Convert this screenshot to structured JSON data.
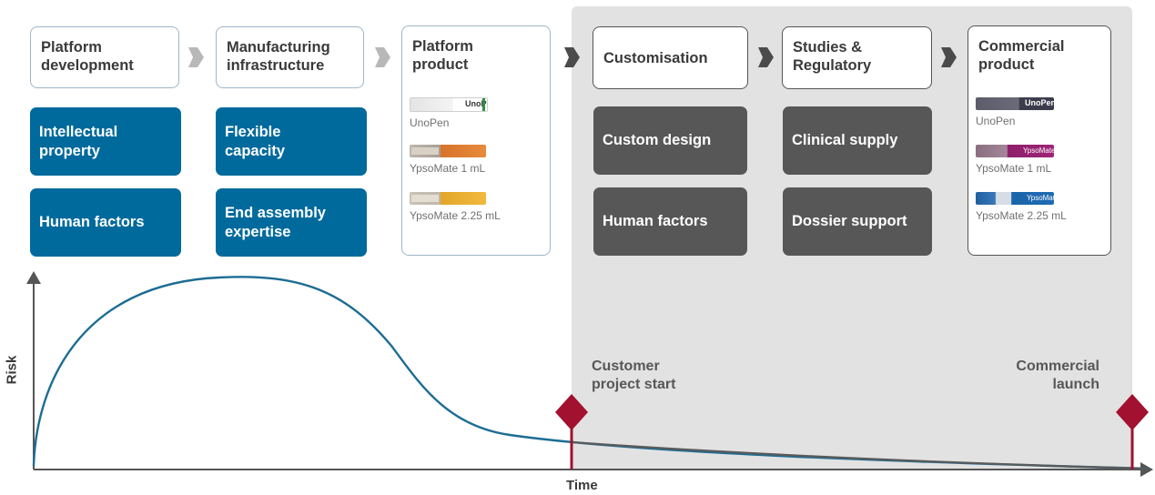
{
  "stages": [
    {
      "title": "Platform\ndevelopment"
    },
    {
      "title": "Manufacturing\ninfrastructure"
    },
    {
      "title": "Platform\nproduct"
    },
    {
      "title": "Customisation"
    },
    {
      "title": "Studies &\nRegulatory"
    },
    {
      "title": "Commercial\nproduct"
    }
  ],
  "capabilities": [
    {
      "label": "Intellectual\nproperty"
    },
    {
      "label": "Human factors"
    },
    {
      "label": "Flexible\ncapacity"
    },
    {
      "label": "End assembly\nexpertise"
    },
    {
      "label": "Custom design"
    },
    {
      "label": "Human factors"
    },
    {
      "label": "Clinical supply"
    },
    {
      "label": "Dossier support"
    }
  ],
  "platform_products": [
    {
      "name": "UnoPen",
      "pen_text": "UnoPen",
      "accent": "#2f8f46"
    },
    {
      "name": "YpsoMate 1 mL",
      "pen_text": "",
      "accent": "#d7732a"
    },
    {
      "name": "YpsoMate 2.25 mL",
      "pen_text": "",
      "accent": "#e3a62a"
    }
  ],
  "commercial_products": [
    {
      "name": "UnoPen",
      "pen_text": "UnoPen",
      "accent": "#4a4a70"
    },
    {
      "name": "YpsoMate 1 mL",
      "pen_text": "YpsoMate",
      "accent": "#8e1f6a"
    },
    {
      "name": "YpsoMate 2.25 mL",
      "pen_text": "YpsoMate",
      "accent": "#1a64a8"
    }
  ],
  "milestones": [
    {
      "label": "Customer\nproject start"
    },
    {
      "label": "Commercial\nlaunch"
    }
  ],
  "axes": {
    "y": "Risk",
    "x": "Time"
  },
  "colors": {
    "platform_blue": "#006a9c",
    "customer_grey": "#575757",
    "milestone_red": "#a2112f",
    "curve": "#1d6c94",
    "chevron_light": "#b8b8b8",
    "chevron_dark": "#4b4b4b",
    "region_bg": "#e2e2e2"
  }
}
